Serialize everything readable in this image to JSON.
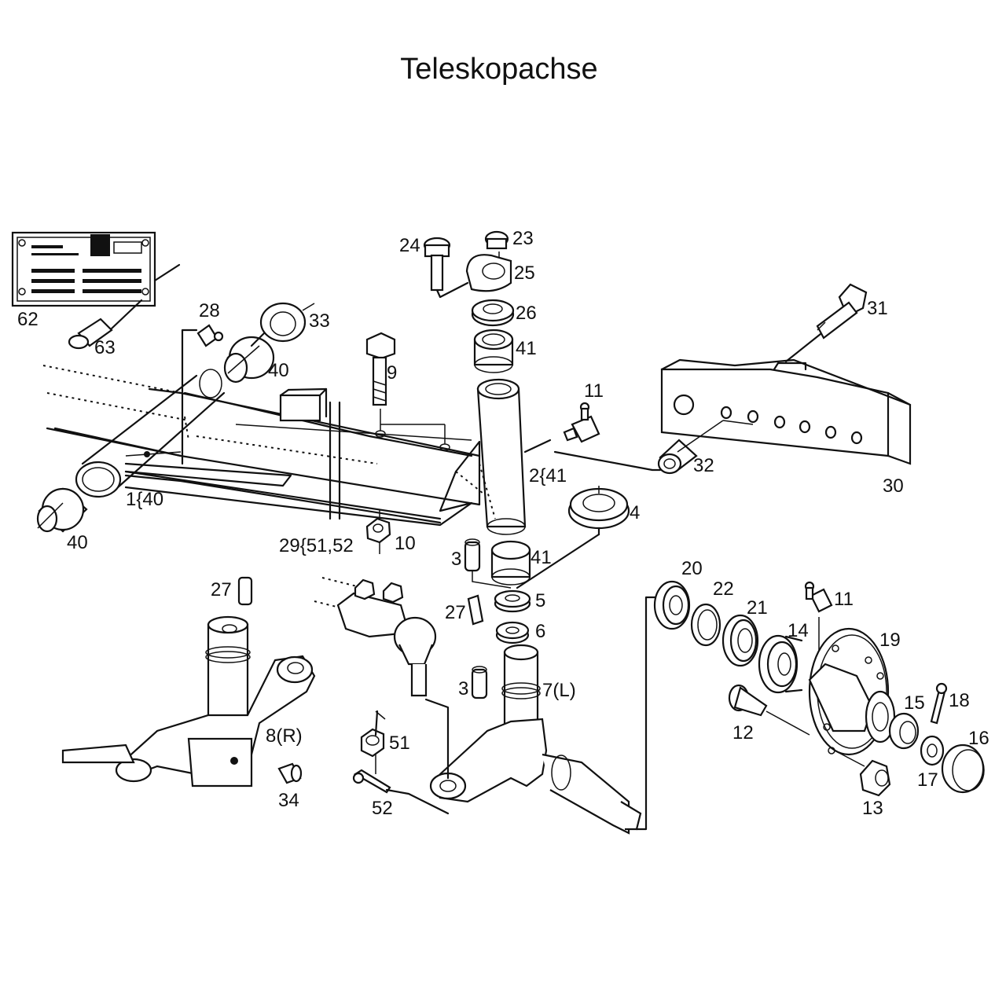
{
  "title": "Teleskopachse",
  "labels": {
    "l62": "62",
    "l63": "63",
    "l28": "28",
    "l33": "33",
    "l40a": "40",
    "l40b": "40",
    "l1": "1{40",
    "l9": "9",
    "l24": "24",
    "l23": "23",
    "l25": "25",
    "l26": "26",
    "l41a": "41",
    "l11a": "11",
    "l31": "31",
    "l2": "2{41",
    "l32": "32",
    "l30": "30",
    "l4": "4",
    "l29": "29{51,52",
    "l10": "10",
    "l3a": "3",
    "l41b": "41",
    "l5": "5",
    "l27a": "27",
    "l6": "6",
    "l27b": "27",
    "l3b": "3",
    "l7": "7(L)",
    "l8": "8(R)",
    "l34": "34",
    "l51": "51",
    "l52": "52",
    "l20": "20",
    "l22": "22",
    "l21": "21",
    "l11b": "11",
    "l14": "14",
    "l19": "19",
    "l18": "18",
    "l15": "15",
    "l16": "16",
    "l12": "12",
    "l17": "17",
    "l13": "13"
  }
}
